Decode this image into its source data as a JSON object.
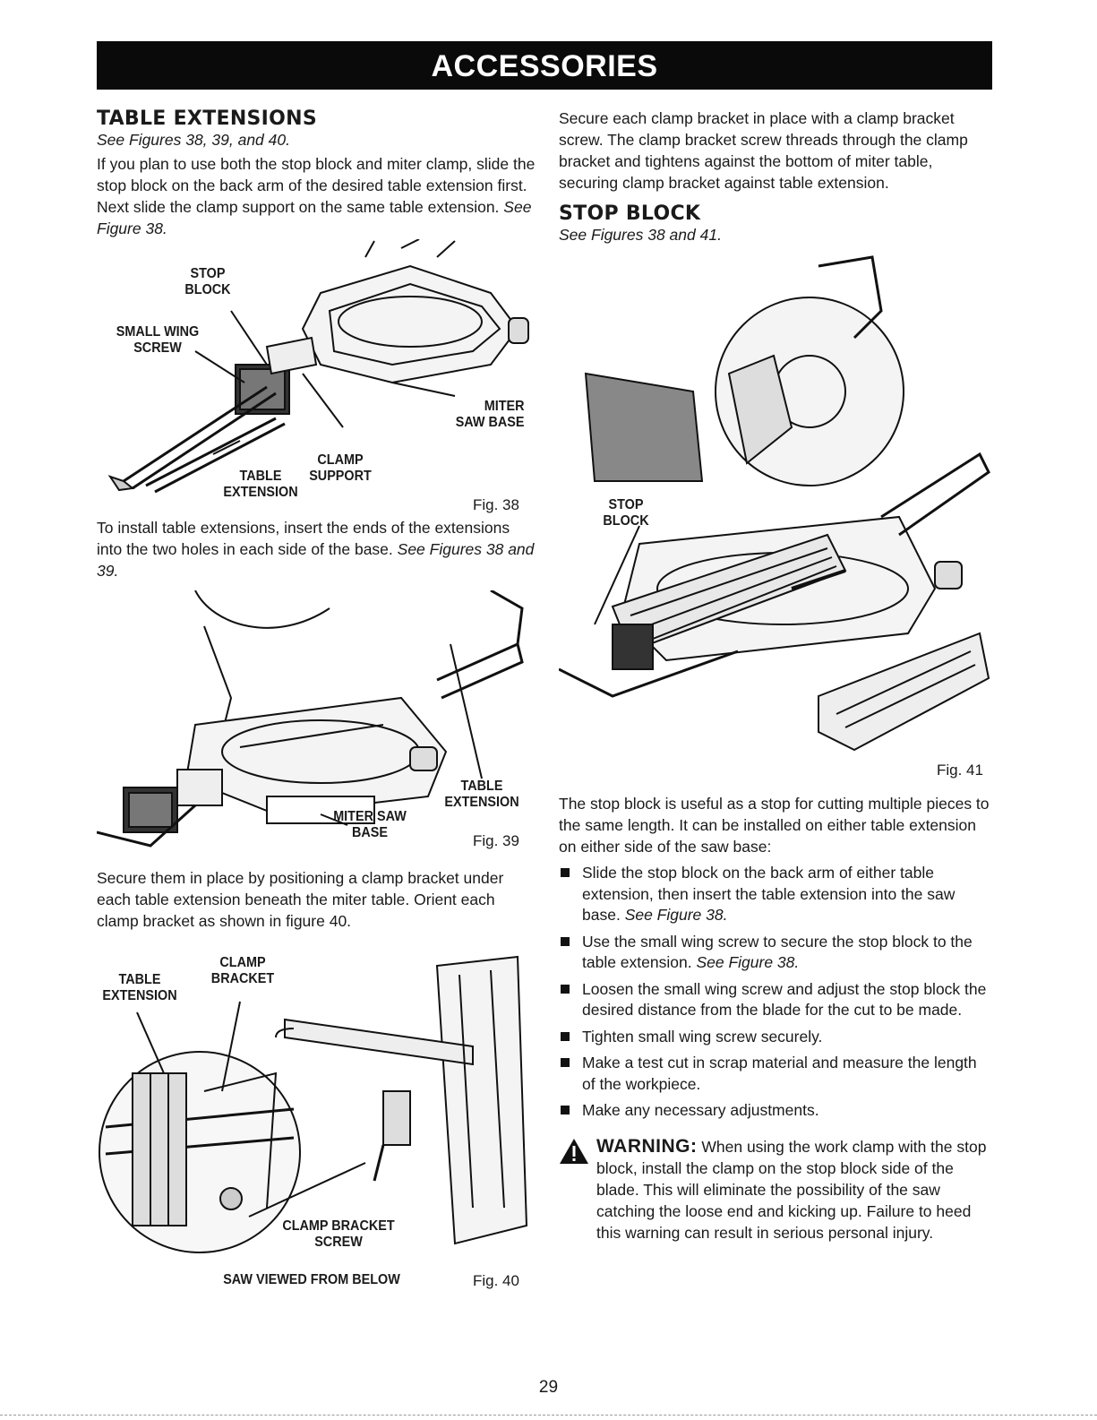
{
  "header": {
    "title": "ACCESSORIES"
  },
  "left": {
    "heading": "TABLE EXTENSIONS",
    "ref": "See Figures 38, 39, and 40.",
    "para1": "If you plan to use both the stop block and miter clamp, slide the stop block on the back arm of the desired table extension first. Next slide the clamp support on the same table extension.",
    "para1_ref": "See Figure 38.",
    "fig38": {
      "labels": {
        "stop_block": "STOP BLOCK",
        "small_wing_screw": "SMALL WING SCREW",
        "miter_saw_base": "MITER SAW BASE",
        "clamp_support": "CLAMP SUPPORT",
        "table_extension": "TABLE EXTENSION"
      },
      "num": "Fig. 38"
    },
    "para2": "To install table extensions, insert the ends of the extensions into the two holes in each side of the base.",
    "para2_ref": "See Figures 38 and 39.",
    "fig39": {
      "labels": {
        "table_extension": "TABLE EXTENSION",
        "miter_saw_base": "MITER SAW BASE"
      },
      "num": "Fig. 39"
    },
    "para3": "Secure them in place by positioning a clamp bracket under each table extension beneath the miter table. Orient each clamp bracket as shown in figure 40.",
    "fig40": {
      "labels": {
        "table_extension": "TABLE EXTENSION",
        "clamp_bracket": "CLAMP BRACKET",
        "clamp_bracket_screw": "CLAMP BRACKET SCREW",
        "caption": "SAW VIEWED FROM BELOW"
      },
      "num": "Fig. 40"
    }
  },
  "right": {
    "para1": "Secure each clamp bracket in place with a clamp bracket screw. The clamp bracket screw threads through the clamp bracket and tightens against the bottom of miter table, securing clamp bracket against table extension.",
    "heading": "STOP BLOCK",
    "ref": "See Figures 38 and 41.",
    "fig41": {
      "labels": {
        "stop_block": "STOP BLOCK"
      },
      "num": "Fig. 41"
    },
    "para2": "The stop block is useful as a stop for cutting multiple pieces to the same length. It can be installed on either table extension on either side of the saw base:",
    "bullets": [
      {
        "text": "Slide the stop block on the back arm of either table extension, then insert the table extension into the saw base. ",
        "ref": "See Figure 38."
      },
      {
        "text": "Use the small wing screw to secure the stop block to the table extension. ",
        "ref": "See Figure 38."
      },
      {
        "text": "Loosen the small wing screw and adjust the stop block the desired distance from the blade for the cut to be made.",
        "ref": ""
      },
      {
        "text": "Tighten small wing screw securely.",
        "ref": ""
      },
      {
        "text": "Make a test cut in scrap material and measure the length of the workpiece.",
        "ref": ""
      },
      {
        "text": "Make any necessary adjustments.",
        "ref": ""
      }
    ],
    "warning": {
      "label": "WARNING:",
      "text": " When using the work clamp with the stop block, install the clamp on the stop block side of the blade. This will eliminate the possibility of the saw catching the loose end and kicking up. Failure to heed this warning can result in serious personal injury."
    }
  },
  "footer": {
    "page": "29"
  }
}
